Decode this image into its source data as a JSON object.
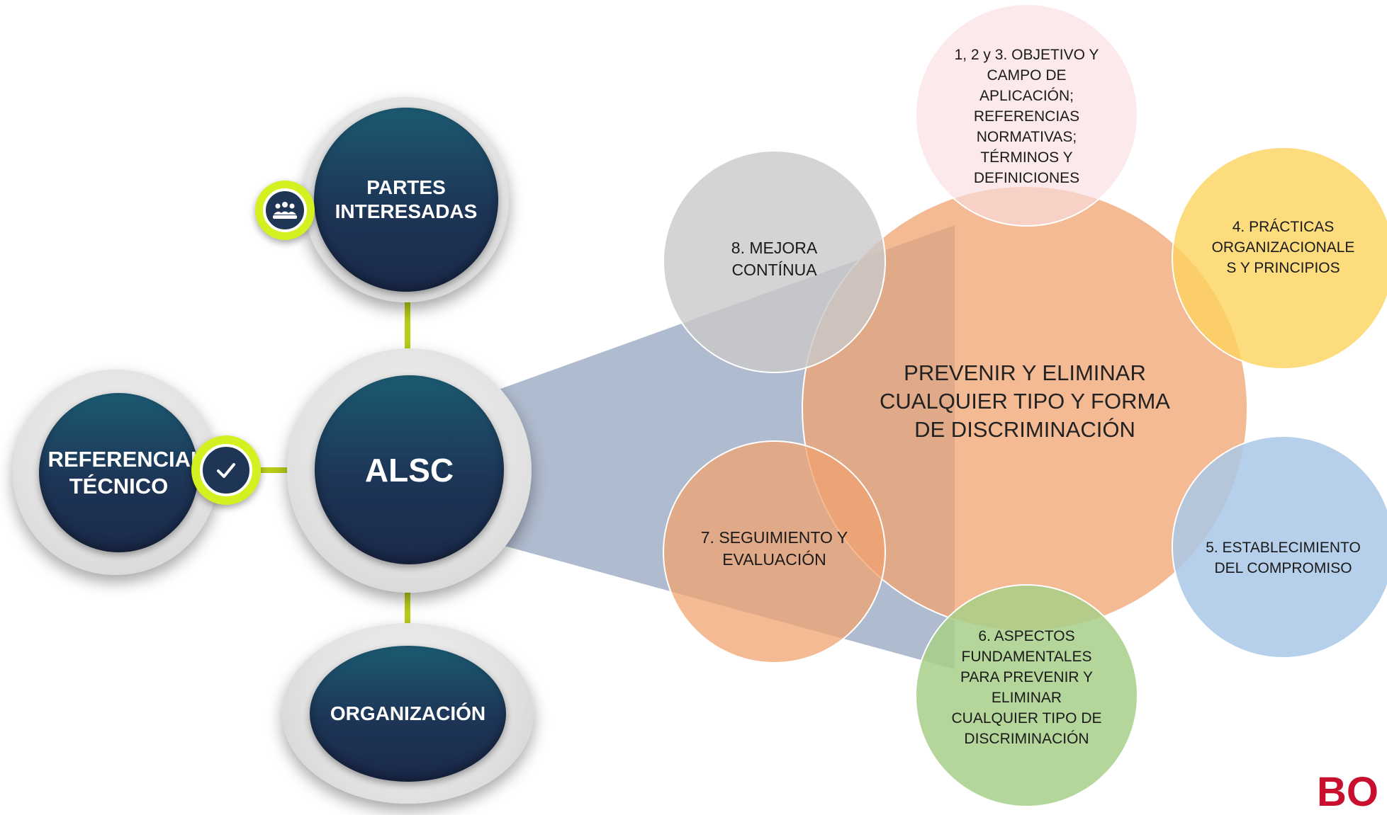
{
  "hierarchy": {
    "top": "PARTES INTERESADAS",
    "center": "ALSC",
    "left": "REFERENCIAL TÉCNICO",
    "bottom": "ORGANIZACIÓN"
  },
  "cycle": {
    "center": "PREVENIR Y ELIMINAR CUALQUIER TIPO Y FORMA DE DISCRIMINACIÓN",
    "items": [
      "1, 2 y 3. OBJETIVO Y CAMPO DE APLICACIÓN; REFERENCIAS NORMATIVAS; TÉRMINOS Y DEFINICIONES",
      "4. PRÁCTICAS ORGANIZACIONALE S Y PRINCIPIOS",
      "5. ESTABLECIMIENTO DEL COMPROMISO",
      "6. ASPECTOS FUNDAMENTALES PARA PREVENIR Y ELIMINAR CUALQUIER TIPO DE DISCRIMINACIÓN",
      "7. SEGUIMIENTO Y EVALUACIÓN",
      "8. MEJORA CONTÍNUA"
    ]
  },
  "logo_text": "BO",
  "colors": {
    "node_dark": "#1d3556",
    "connector": "#b8cc1a",
    "badge": "#d4f020",
    "projection": "#8496b3",
    "center": "#f0a370",
    "item1": "#fbdde0",
    "item4": "#fdd35e",
    "item5": "#a9c8e8",
    "item6": "#a8cf88",
    "item7": "#f0a370",
    "item8": "#c9c9c9",
    "logo": "#c8102e"
  },
  "icons": [
    "people-group-icon",
    "checkmark-icon"
  ]
}
